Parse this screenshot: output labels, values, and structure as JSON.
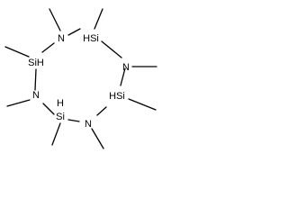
{
  "molecule": {
    "atoms": {
      "n_top": "N",
      "si_top_right": "HSi",
      "n_right": "N",
      "si_right": "HSi",
      "n_bottom": "N",
      "si_bottom": "Si",
      "si_bottom_h": "H",
      "n_left": "N",
      "si_left": "SiH"
    }
  }
}
